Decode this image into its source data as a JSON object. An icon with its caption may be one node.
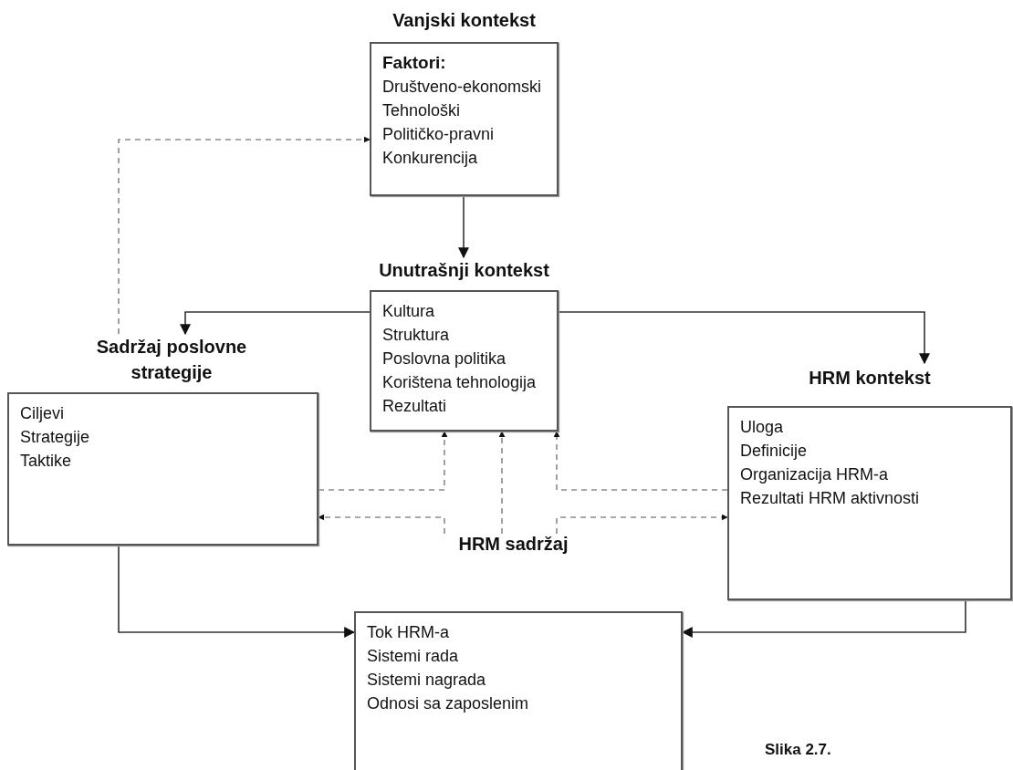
{
  "diagram": {
    "nodes": [
      {
        "text": [
          "Vanjski kontekst",
          "Faktori:",
          "Društveno-ekonomski",
          "Tehnološki",
          "Političko-pravni",
          "Konkurencija"
        ]
      },
      {
        "text": [
          "Unutrašnji kontekst",
          "Kultura",
          "Struktura",
          "Poslovna politika",
          "Korištena tehnologija",
          "Rezultati"
        ]
      },
      {
        "text": [
          "Sadržaj poslovne strategije",
          "Ciljevi",
          "Strategije",
          "Taktike"
        ]
      },
      {
        "text": [
          "HRM kontekst",
          "Uloga",
          "Definicije",
          "Organizacija HRM-a",
          "Rezultati HRM aktivnosti"
        ]
      },
      {
        "text": [
          "HRM sadržaj"
        ]
      },
      {
        "text": [
          "Tok HRM-a",
          "Sistemi rada",
          "Sistemi nagrada",
          "Odnosi sa zaposlenim"
        ]
      }
    ],
    "edges": [
      {
        "from": 0,
        "to": 1,
        "arrow": "to"
      },
      {
        "from": 1,
        "to": 2,
        "arrow": "to"
      },
      {
        "from": 1,
        "to": 3,
        "arrow": "to"
      },
      {
        "from": 2,
        "to": 5,
        "arrow": "to"
      },
      {
        "from": 3,
        "to": 5,
        "arrow": "to"
      },
      {
        "from": 2,
        "to": 0,
        "arrow": "to",
        "style": "dashed",
        "color": "#8a8a8a"
      },
      {
        "from": 2,
        "to": 1,
        "arrow": "to",
        "style": "dashed",
        "color": "#8a8a8a"
      },
      {
        "from": 3,
        "to": 1,
        "arrow": "to",
        "style": "dashed",
        "color": "#8a8a8a"
      },
      {
        "from": 4,
        "to": 1,
        "arrow": "to",
        "style": "dashed",
        "color": "#8a8a8a"
      },
      {
        "from": 4,
        "to": 2,
        "arrow": "to",
        "style": "dashed",
        "color": "#8a8a8a"
      },
      {
        "from": 4,
        "to": 3,
        "arrow": "to",
        "style": "dashed",
        "color": "#8a8a8a"
      }
    ],
    "labels": [
      "Slika 2.7."
    ]
  }
}
